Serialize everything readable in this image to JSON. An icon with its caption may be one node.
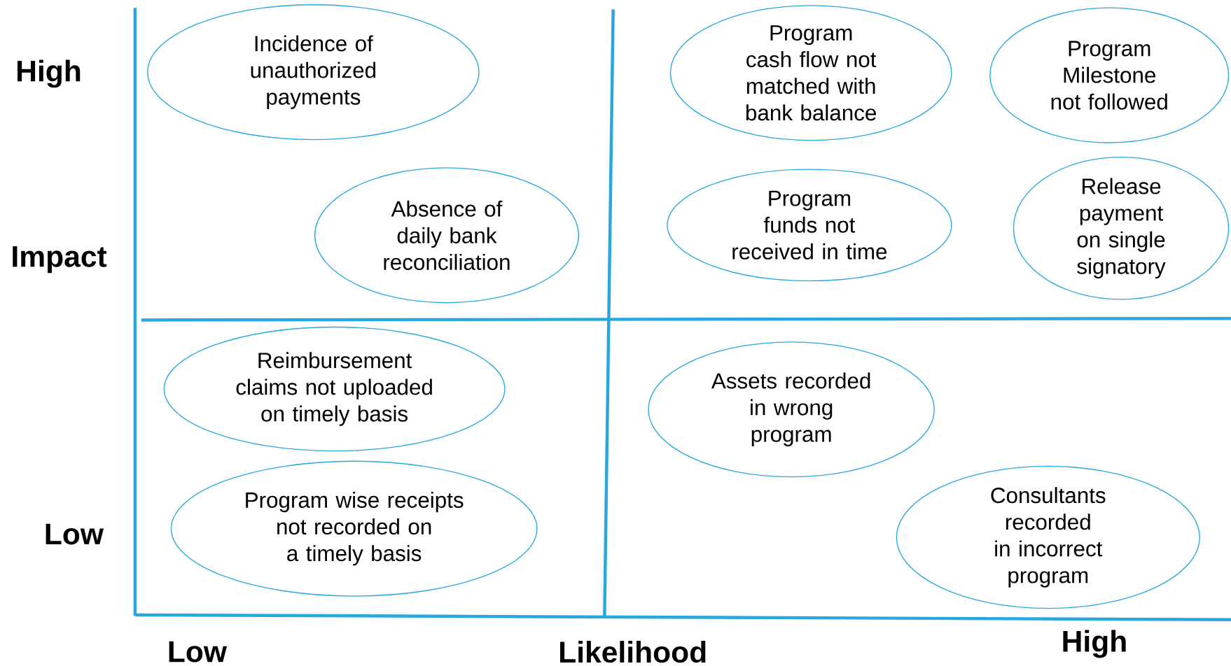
{
  "diagram": {
    "nodes": [
      {
        "text": [
          "Incidence of unauthorized payments"
        ]
      },
      {
        "text": [
          "Absence of daily bank reconciliation"
        ]
      },
      {
        "text": [
          "Program cash flow not matched with bank balance"
        ]
      },
      {
        "text": [
          "Program Milestone not followed"
        ]
      },
      {
        "text": [
          "Program funds not received in time"
        ]
      },
      {
        "text": [
          "Release payment on single signatory"
        ]
      },
      {
        "text": [
          "Reimbursement claims not uploaded on timely basis"
        ]
      },
      {
        "text": [
          "Assets recorded in wrong program"
        ]
      },
      {
        "text": [
          "Program wise receipts not recorded on a timely basis"
        ]
      },
      {
        "text": [
          "Consultants recorded in incorrect program"
        ]
      }
    ],
    "labels": [
      "High",
      "Impact",
      "Low",
      "Low",
      "Likelihood",
      "High"
    ]
  }
}
